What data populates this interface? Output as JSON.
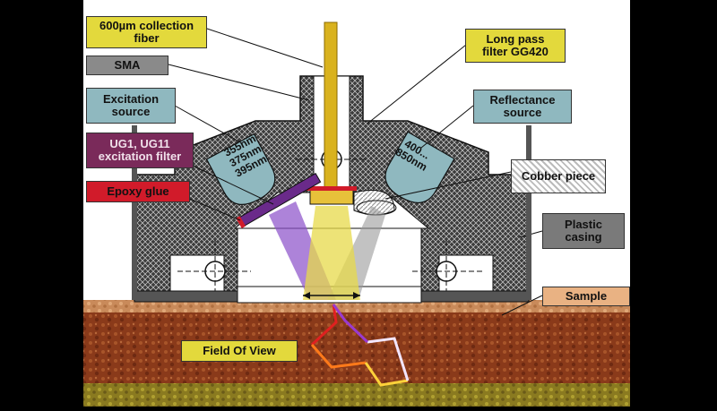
{
  "labels": {
    "collection_fiber": "600µm collection\nfiber",
    "sma": "SMA",
    "excitation_source": "Excitation\nsource",
    "excitation_filter": "UG1, UG11\nexcitation filter",
    "epoxy_glue": "Epoxy glue",
    "long_pass_filter": "Long pass\nfilter GG420",
    "reflectance_source": "Reflectance\nsource",
    "cobber_piece": "Cobber piece",
    "plastic_casing": "Plastic\ncasing",
    "sample": "Sample",
    "field_of_view": "Field Of View"
  },
  "led_labels": {
    "excitation_wavelengths": "355nm\n375nm\n395nm",
    "reflectance_wavelengths": "400...\n850nm"
  },
  "colors": {
    "label_yellow": "#e3d93c",
    "label_teal": "#8fb8bf",
    "label_purple": "#7a2a5a",
    "label_red": "#d11b2a",
    "label_peach": "#e9b283",
    "fiber": "#d9b21e",
    "excitation_light": "#8a4fc9",
    "reflectance_light": "#9a9a9a",
    "sample_soil": "#8a3a1a"
  }
}
